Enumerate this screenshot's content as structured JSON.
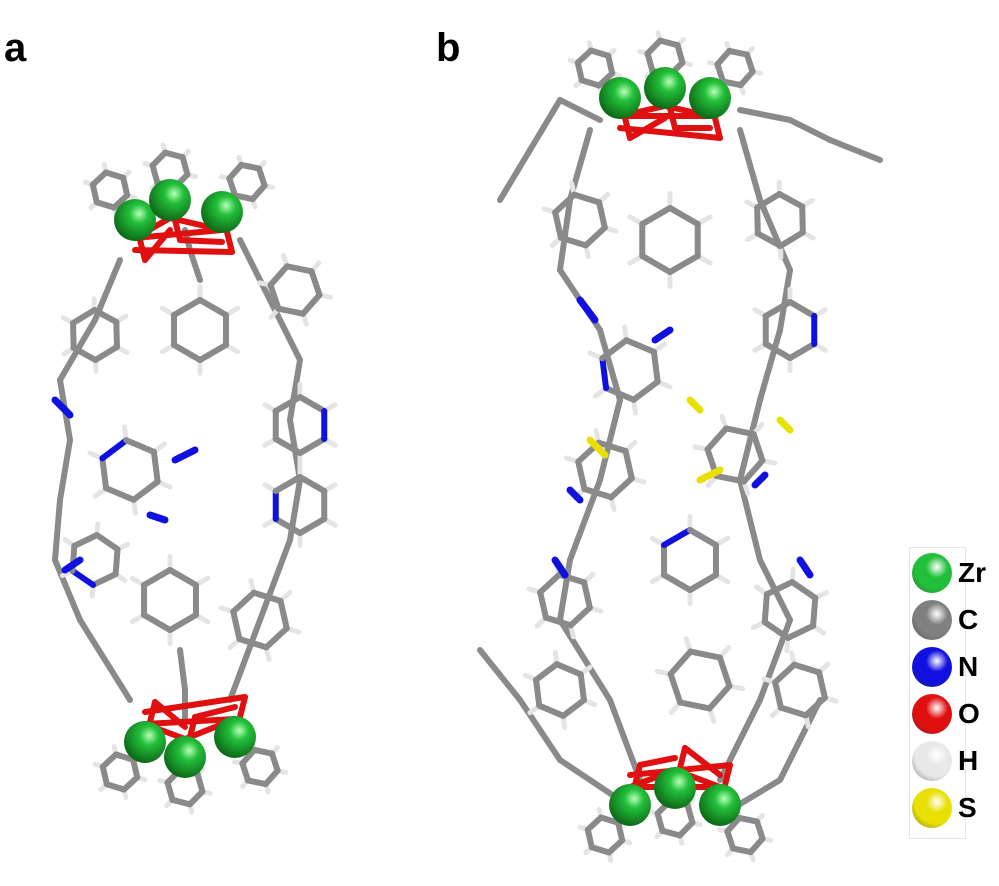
{
  "panels": [
    {
      "label": "a"
    },
    {
      "label": "b"
    }
  ],
  "legend": {
    "items": [
      {
        "label": "Zr",
        "color": "#22c03a"
      },
      {
        "label": "C",
        "color": "#808080"
      },
      {
        "label": "N",
        "color": "#1010e0"
      },
      {
        "label": "O",
        "color": "#e01010"
      },
      {
        "label": "H",
        "color": "#e8e8e8"
      },
      {
        "label": "S",
        "color": "#e8e000"
      }
    ]
  }
}
